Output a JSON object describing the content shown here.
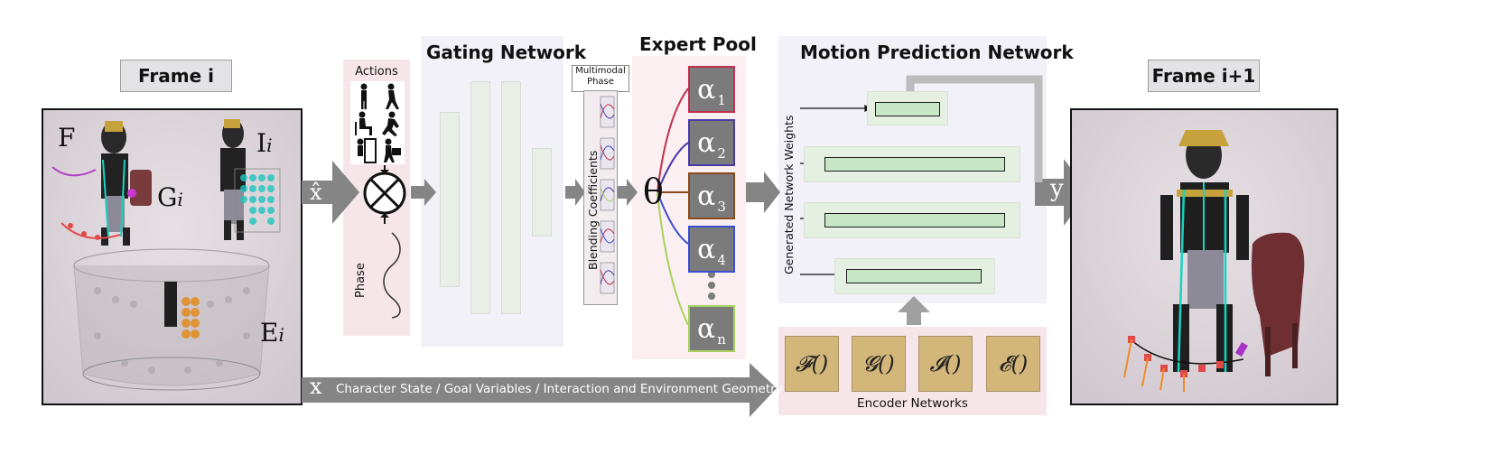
{
  "frame_i": {
    "label": "Frame i",
    "symbols": {
      "F": "F",
      "I": "I",
      "I_sub": "i",
      "G": "G",
      "G_sub": "i",
      "E": "E",
      "E_sub": "i"
    }
  },
  "frame_next": {
    "label": "Frame i+1"
  },
  "input_hat_x": "x̂",
  "actions": {
    "title": "Actions"
  },
  "phase_label": "Phase",
  "gating": {
    "title": "Gating Network"
  },
  "multimodal_phase": {
    "line1": "Multimodal",
    "line2": "Phase"
  },
  "blending_label": "Blending Coefficients",
  "expert_pool": {
    "title": "Expert Pool",
    "experts": [
      {
        "symbol": "α",
        "sub": "1",
        "color": "#c0304e"
      },
      {
        "symbol": "α",
        "sub": "2",
        "color": "#4a3aa8"
      },
      {
        "symbol": "α",
        "sub": "3",
        "color": "#8a4a1e"
      },
      {
        "symbol": "α",
        "sub": "4",
        "color": "#3b4fd0"
      },
      {
        "symbol": "α",
        "sub": "n",
        "color": "#a8d160"
      }
    ],
    "theta": "θ"
  },
  "motion": {
    "title": "Motion Prediction Network",
    "side_label": "Generated Network Weights"
  },
  "output_y": "y",
  "bottom_arrow": {
    "x": "x",
    "text": "Character State / Goal Variables / Interaction and Environment Geometry"
  },
  "encoders": {
    "items": [
      {
        "label": "𝓕()"
      },
      {
        "label": "𝓖()"
      },
      {
        "label": "𝓘()"
      },
      {
        "label": "𝓔()"
      }
    ],
    "caption": "Encoder Networks"
  },
  "colors": {
    "gray_arrow": "#858585",
    "pink_panel": "#f6e6ea",
    "lavender_panel": "#f2f1f8",
    "expert_panel": "#fbeff1"
  }
}
